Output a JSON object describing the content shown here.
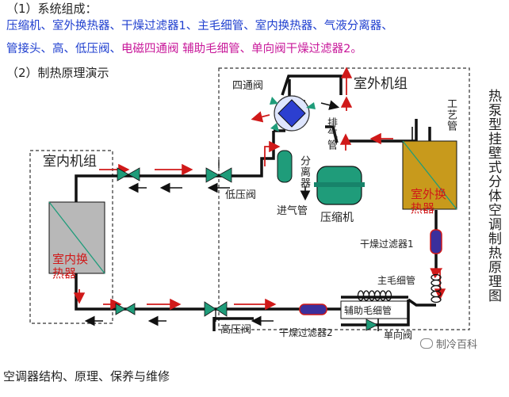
{
  "header": {
    "section1_title": "（1）系统组成：",
    "components_line1": "压缩机、室外换热器、干燥过滤器1、主毛细管、室内换热器、气液分离器、",
    "components_line2_blue": "管接头、高、低压阀、",
    "components_line2_magenta": "电磁四通阀 辅助毛细管、单向阀干燥过滤器2。",
    "section2_title": "（2）制热原理演示"
  },
  "labels": {
    "outdoor_unit": "室外机组",
    "indoor_unit": "室内机组",
    "four_way_valve": "四通阀",
    "separator": "分离器",
    "discharge_pipe": "排气管",
    "process_pipe": "工艺管",
    "suction_pipe": "进气管",
    "compressor": "压缩机",
    "low_pressure_valve": "低压阀",
    "high_pressure_valve": "高压阀",
    "outdoor_hx": "室外换热器",
    "indoor_hx": "室内换热器",
    "dryer_filter_1": "干燥过滤器1",
    "main_capillary": "主毛细管",
    "aux_capillary": "辅助毛细管",
    "check_valve": "单向阀",
    "dryer_filter_2": "干燥过滤器2"
  },
  "side_title": "热泵型挂壁式分体空调制热原理图",
  "watermark": "制冷百科",
  "footer_caption": "空调器结构、原理、保养与维修",
  "colors": {
    "pipe": "#111111",
    "hot_flow": "#d01919",
    "indoor_hx_fill": "#b8b8b8",
    "outdoor_hx_fill": "#c89a1c",
    "valve_green": "#1f9c7a",
    "four_way_blue": "#2c3fd0",
    "filter_purple": "#3b2f9c"
  }
}
